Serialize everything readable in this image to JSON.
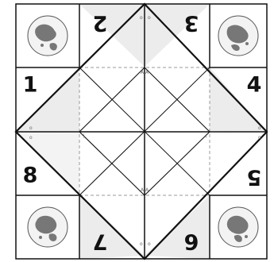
{
  "labels": {
    "top_left": "2",
    "top_right": "3",
    "right_top": "4",
    "right_bottom": "5",
    "bottom_right": "6",
    "bottom_left": "7",
    "left_bottom": "8",
    "left_top": "1"
  },
  "small_marks": {
    "top_pair": "A A",
    "bottom_pair": "A A",
    "corner_mark": "o",
    "dash_mark": "—"
  },
  "colors": {
    "line": "#111111",
    "shade": "#ececec",
    "dashed": "#9a9a9a",
    "globe_fill": "#f3f3f3",
    "globe_detail": "#777777"
  },
  "icons": {
    "globe": "map-globe-icon"
  }
}
